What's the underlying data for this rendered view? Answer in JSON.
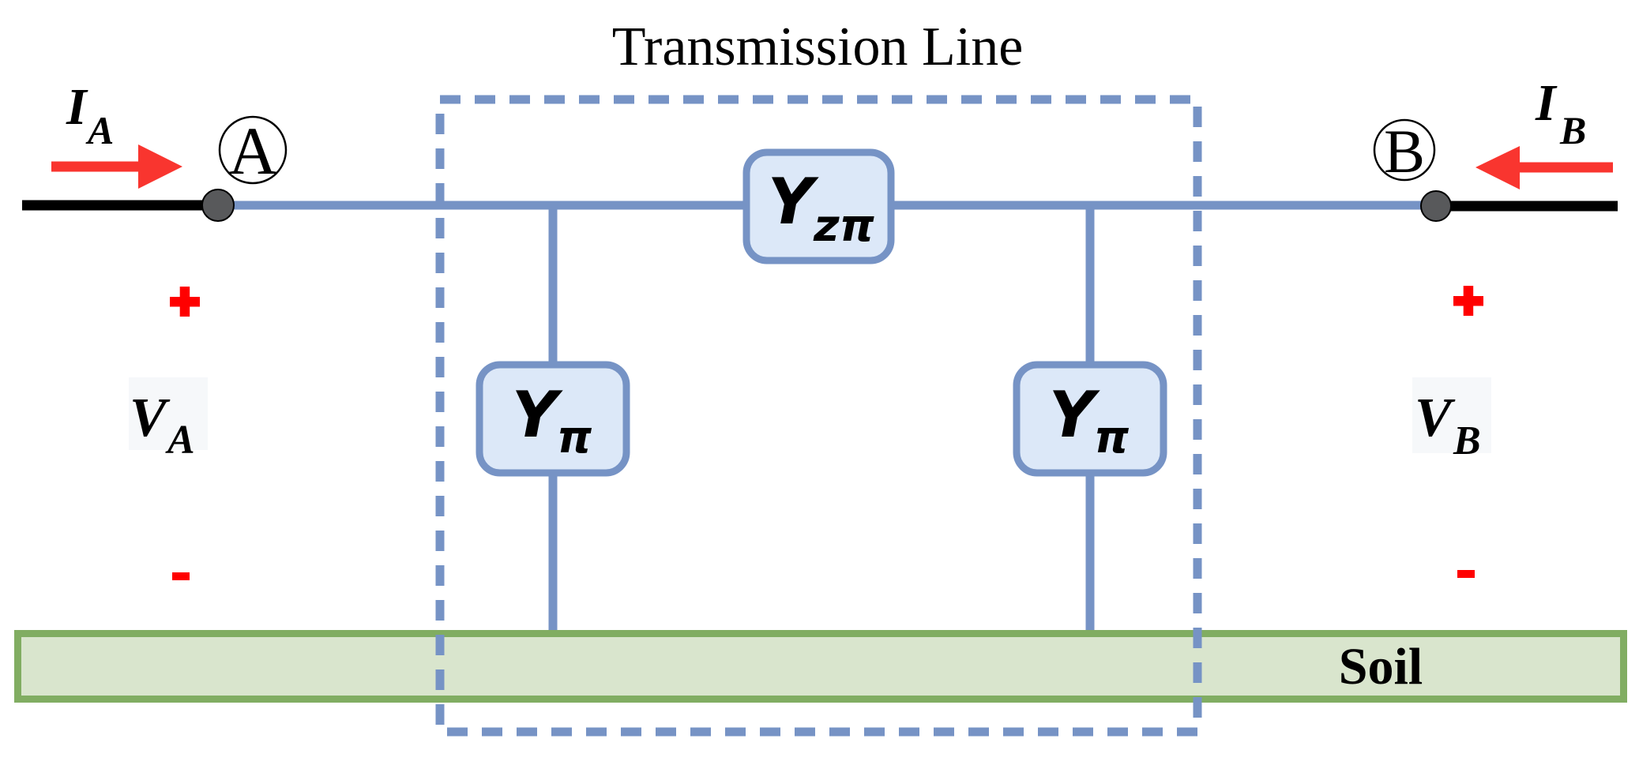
{
  "title": "Transmission Line",
  "ground": {
    "label": "Soil"
  },
  "terminal_a": {
    "node_label": "A",
    "current_base": "I",
    "current_sub": "A",
    "voltage_base": "V",
    "voltage_sub": "A",
    "plus": "+",
    "minus": "-"
  },
  "terminal_b": {
    "node_label": "B",
    "current_base": "I",
    "current_sub": "B",
    "voltage_base": "V",
    "voltage_sub": "B",
    "plus": "+",
    "minus": "-"
  },
  "components": {
    "series_admittance_base": "Y",
    "series_admittance_sub": "zπ",
    "shunt_left_base": "Y",
    "shunt_left_sub": "π",
    "shunt_right_base": "Y",
    "shunt_right_sub": "π"
  },
  "colors": {
    "wire_blue": "#7693c5",
    "component_fill": "#dce8f8",
    "dashed_border": "#7693c5",
    "soil_fill": "#d9e5cd",
    "soil_border": "#81ad62",
    "node_gray": "#58595b",
    "arrow_red": "#f9352f",
    "polarity_red": "#ff0000",
    "conductor_black": "#000000"
  }
}
